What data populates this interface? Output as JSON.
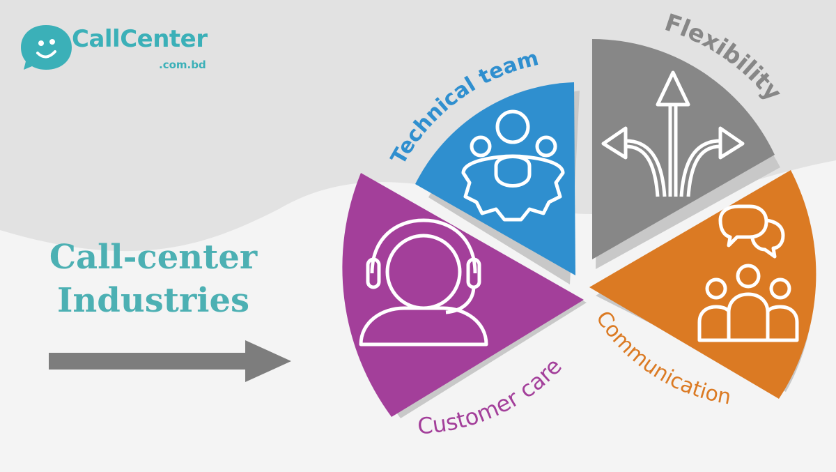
{
  "brand": {
    "name": "CallCenter",
    "domain": ".com.bd",
    "icon": "smiley-chat-bubble-icon",
    "color": "#3bb0b8"
  },
  "headline": {
    "line1": "Call-center",
    "line2": "Industries",
    "color": "#4cb0b3"
  },
  "pointer": {
    "icon": "right-arrow-icon",
    "color": "#7d7d7d"
  },
  "segments": [
    {
      "label": "Technical team",
      "icon": "team-gear-icon",
      "color": "#2f8fcf"
    },
    {
      "label": "Flexibility",
      "icon": "branching-arrows-icon",
      "color": "#878787"
    },
    {
      "label": "Communication",
      "icon": "chat-group-icon",
      "color": "#db7a23"
    },
    {
      "label": "Customer care",
      "icon": "headset-agent-icon",
      "color": "#a33f9a"
    }
  ]
}
